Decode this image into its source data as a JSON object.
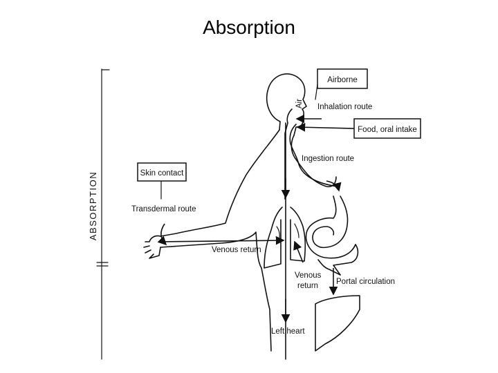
{
  "title": "Absorption",
  "figure": {
    "side_label": "ABSORPTION",
    "boxes": {
      "airborne": "Airborne",
      "food": "Food, oral intake",
      "skin": "Skin contact"
    },
    "labels": {
      "air": "Air",
      "inhalation": "Inhalation route",
      "ingestion": "Ingestion route",
      "transdermal": "Transdermal route",
      "venous_return_arm": "Venous return",
      "venous_return_2a": "Venous",
      "venous_return_2b": "return",
      "portal": "Portal circulation",
      "left_heart": "Left heart"
    }
  }
}
